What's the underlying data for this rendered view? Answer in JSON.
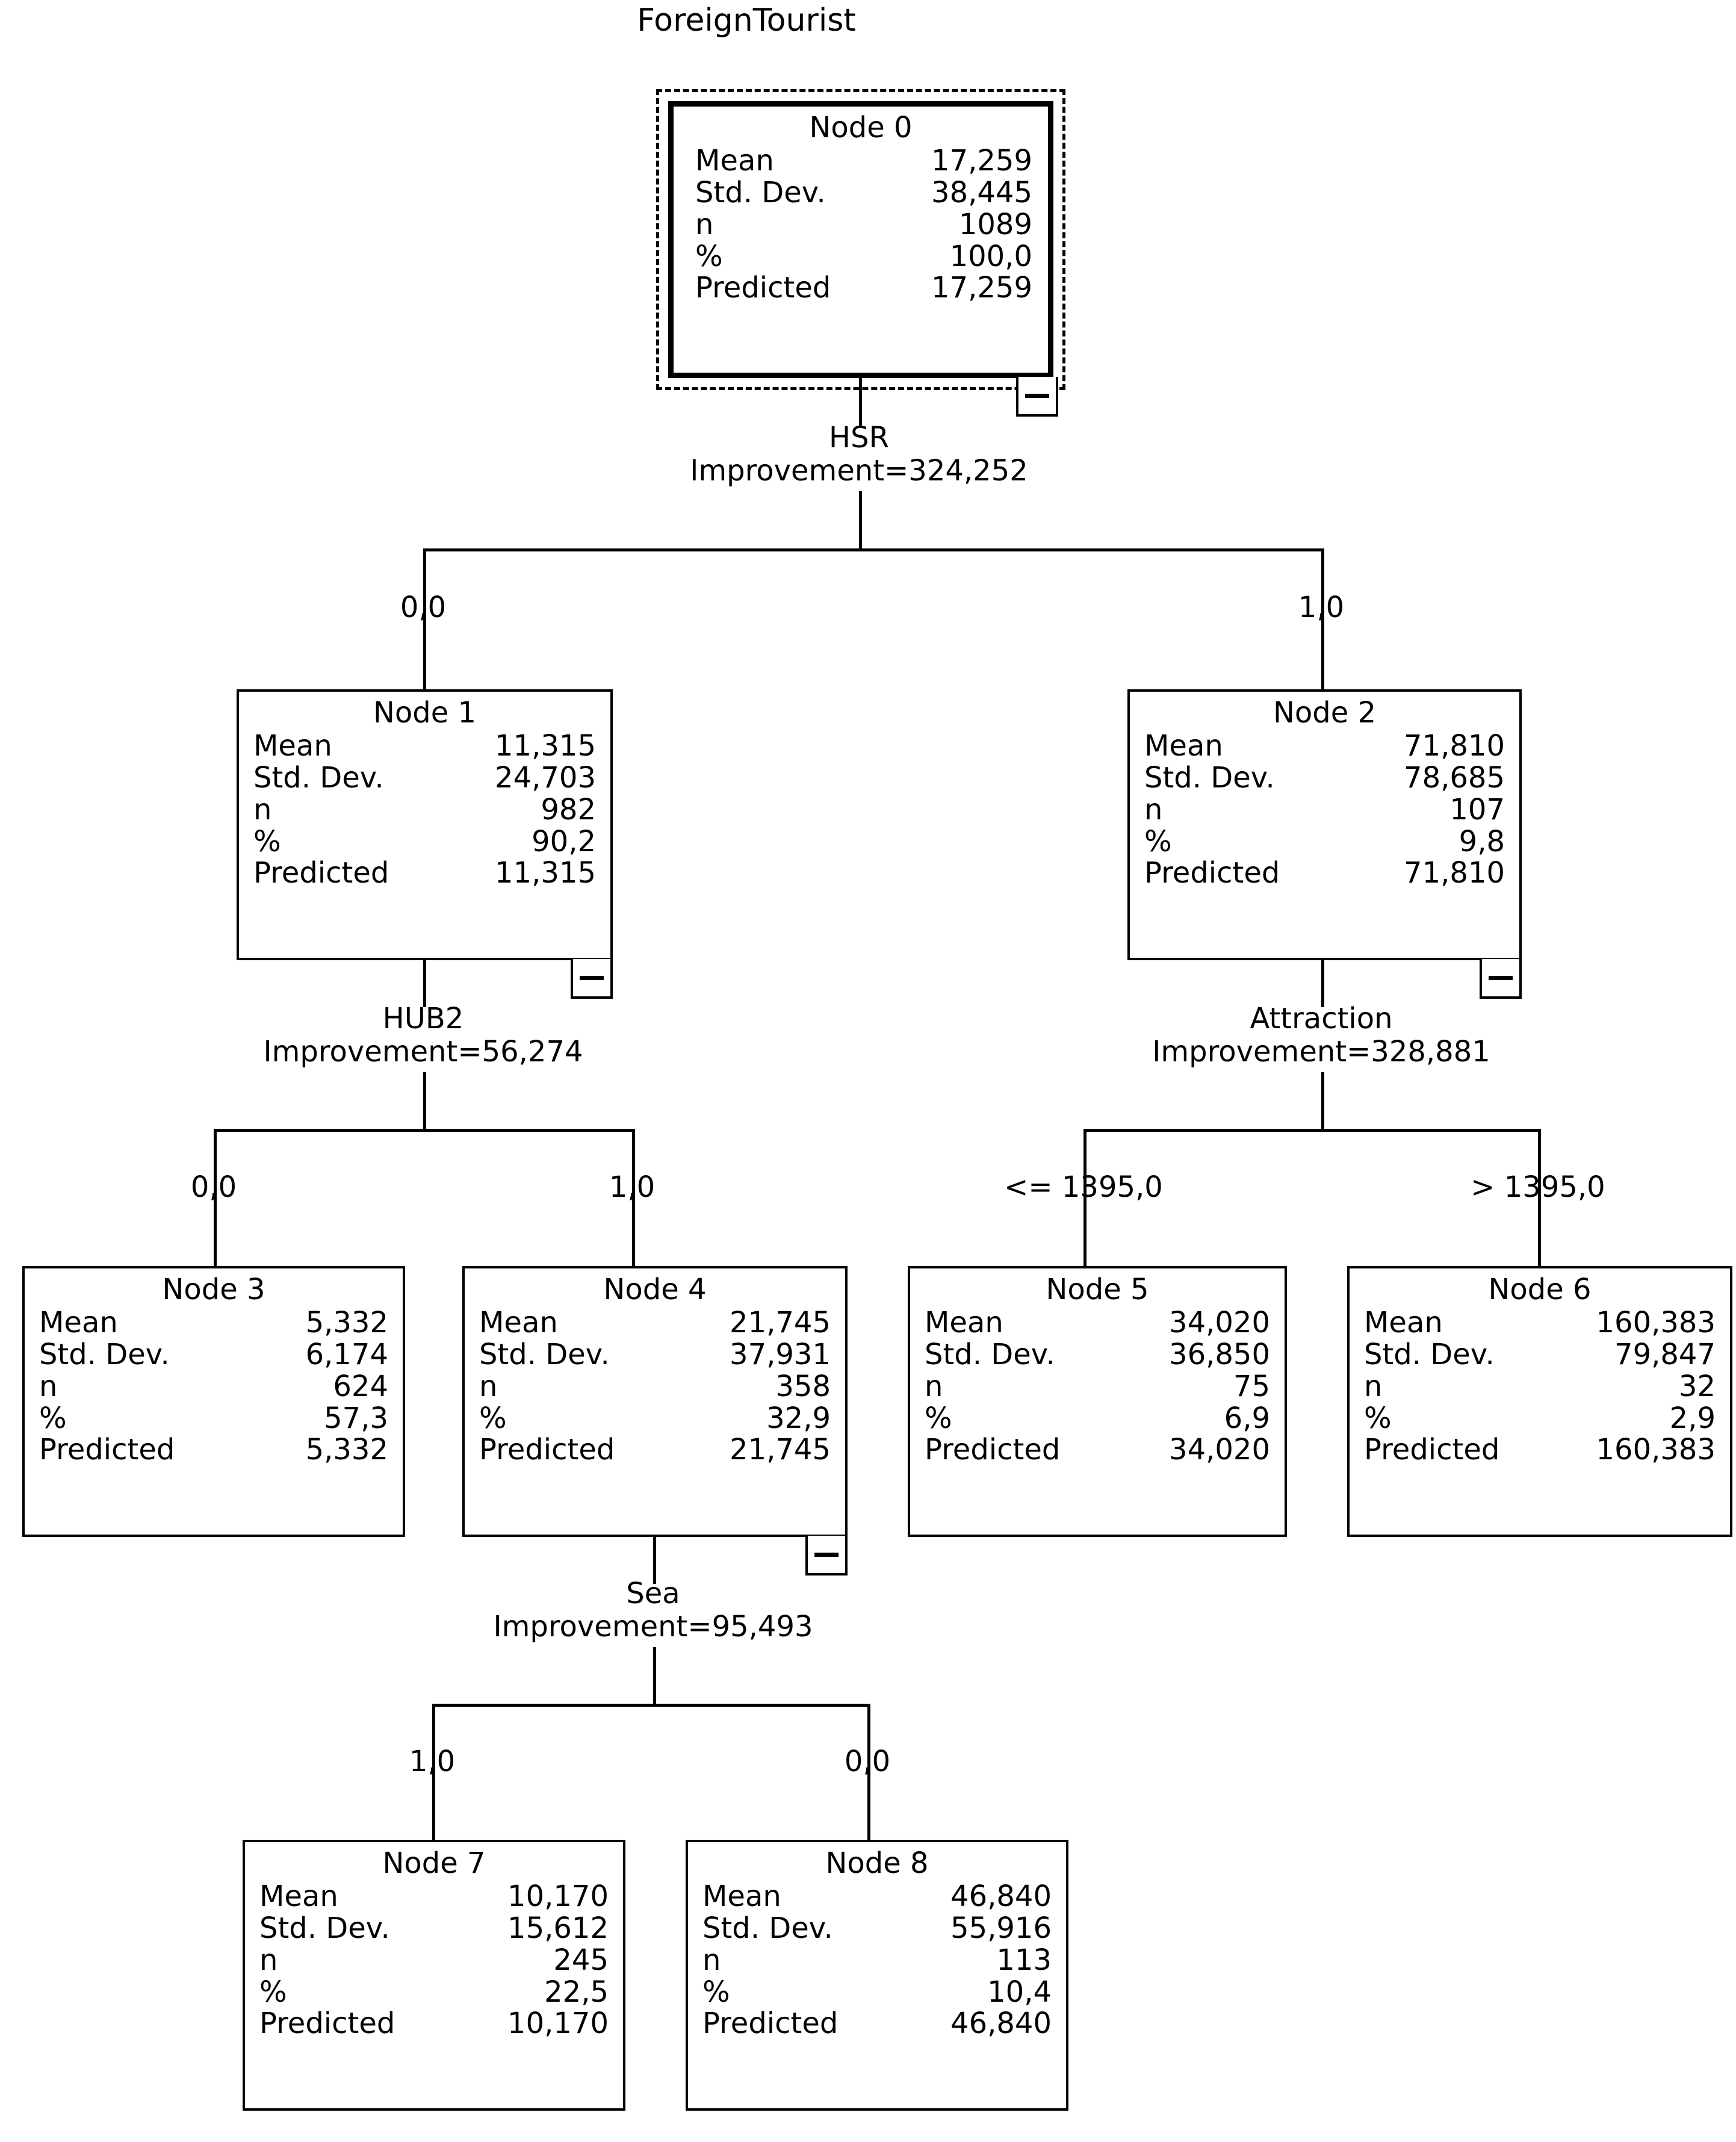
{
  "title": "ForeignTourist",
  "stat_labels": {
    "mean": "Mean",
    "std_dev": "Std. Dev.",
    "n": "n",
    "percent": "%",
    "predicted": "Predicted"
  },
  "chart_data": {
    "type": "tree",
    "title": "ForeignTourist",
    "target_variable": "ForeignTourist",
    "total_n": 1089,
    "nodes": [
      {
        "id": "node0",
        "label": "Node 0",
        "mean": "17,259",
        "std_dev": "38,445",
        "n": "1089",
        "percent": "100,0",
        "predicted": "17,259",
        "selected": true,
        "collapsible": true
      },
      {
        "id": "node1",
        "label": "Node 1",
        "mean": "11,315",
        "std_dev": "24,703",
        "n": "982",
        "percent": "90,2",
        "predicted": "11,315",
        "selected": false,
        "collapsible": true
      },
      {
        "id": "node2",
        "label": "Node 2",
        "mean": "71,810",
        "std_dev": "78,685",
        "n": "107",
        "percent": "9,8",
        "predicted": "71,810",
        "selected": false,
        "collapsible": true
      },
      {
        "id": "node3",
        "label": "Node 3",
        "mean": "5,332",
        "std_dev": "6,174",
        "n": "624",
        "percent": "57,3",
        "predicted": "5,332",
        "selected": false,
        "collapsible": false
      },
      {
        "id": "node4",
        "label": "Node 4",
        "mean": "21,745",
        "std_dev": "37,931",
        "n": "358",
        "percent": "32,9",
        "predicted": "21,745",
        "selected": false,
        "collapsible": true
      },
      {
        "id": "node5",
        "label": "Node 5",
        "mean": "34,020",
        "std_dev": "36,850",
        "n": "75",
        "percent": "6,9",
        "predicted": "34,020",
        "selected": false,
        "collapsible": false
      },
      {
        "id": "node6",
        "label": "Node 6",
        "mean": "160,383",
        "std_dev": "79,847",
        "n": "32",
        "percent": "2,9",
        "predicted": "160,383",
        "selected": false,
        "collapsible": false
      },
      {
        "id": "node7",
        "label": "Node 7",
        "mean": "10,170",
        "std_dev": "15,612",
        "n": "245",
        "percent": "22,5",
        "predicted": "10,170",
        "selected": false,
        "collapsible": false
      },
      {
        "id": "node8",
        "label": "Node 8",
        "mean": "46,840",
        "std_dev": "55,916",
        "n": "113",
        "percent": "10,4",
        "predicted": "46,840",
        "selected": false,
        "collapsible": false
      }
    ],
    "splits": [
      {
        "parent": "node0",
        "variable": "HSR",
        "improvement_text": "Improvement=324,252",
        "improvement": 324252
      },
      {
        "parent": "node1",
        "variable": "HUB2",
        "improvement_text": "Improvement=56,274",
        "improvement": 56274
      },
      {
        "parent": "node2",
        "variable": "Attraction",
        "improvement_text": "Improvement=328,881",
        "improvement": 328881
      },
      {
        "parent": "node4",
        "variable": "Sea",
        "improvement_text": "Improvement=95,493",
        "improvement": 95493
      }
    ],
    "branches": [
      {
        "from": "node0",
        "to": "node1",
        "label": "0,0"
      },
      {
        "from": "node0",
        "to": "node2",
        "label": "1,0"
      },
      {
        "from": "node1",
        "to": "node3",
        "label": "0,0"
      },
      {
        "from": "node1",
        "to": "node4",
        "label": "1,0"
      },
      {
        "from": "node2",
        "to": "node5",
        "label": "<= 1395,0"
      },
      {
        "from": "node2",
        "to": "node6",
        "label": "> 1395,0"
      },
      {
        "from": "node4",
        "to": "node7",
        "label": "1,0"
      },
      {
        "from": "node4",
        "to": "node8",
        "label": "0,0"
      }
    ]
  }
}
